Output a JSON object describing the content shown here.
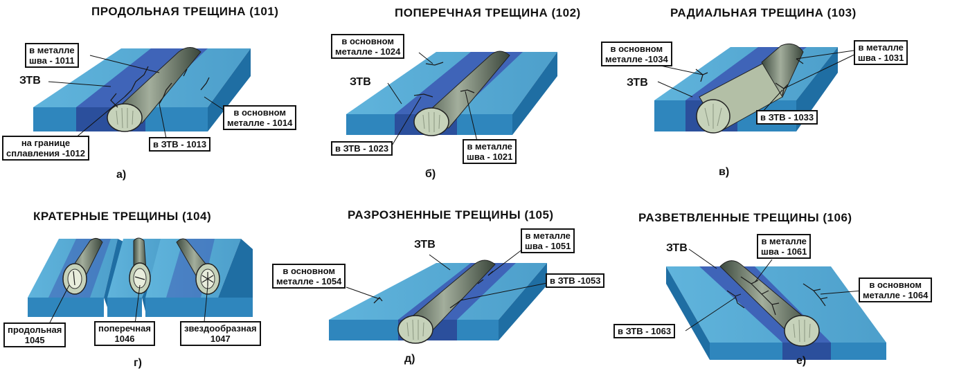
{
  "panels": [
    {
      "title": "ПРОДОЛЬНАЯ ТРЕЩИНА (101)",
      "letter": "а)",
      "zone_label": "ЗТВ",
      "callouts": [
        "в металле\nшва - 1011",
        "на границе\nсплавления -1012",
        "в ЗТВ - 1013",
        "в основном\nметалле - 1014"
      ]
    },
    {
      "title": "ПОПЕРЕЧНАЯ ТРЕЩИНА (102)",
      "letter": "б)",
      "zone_label": "ЗТВ",
      "callouts": [
        "в основном\nметалле - 1024",
        "в ЗТВ - 1023",
        "в металле\nшва - 1021"
      ]
    },
    {
      "title": "РАДИАЛЬНАЯ ТРЕЩИНА (103)",
      "letter": "в)",
      "zone_label": "ЗТВ",
      "callouts": [
        "в основном\nметалле -1034",
        "в металле\nшва - 1031",
        "в ЗТВ - 1033"
      ]
    },
    {
      "title": "КРАТЕРНЫЕ ТРЕЩИНЫ (104)",
      "letter": "г)",
      "callouts": [
        "продольная\n1045",
        "поперечная\n1046",
        "звездообразная\n1047"
      ]
    },
    {
      "title": "РАЗРОЗНЕННЫЕ ТРЕЩИНЫ (105)",
      "letter": "д)",
      "zone_label": "ЗТВ",
      "callouts": [
        "в металле\nшва - 1051",
        "в основном\nметалле - 1054",
        "в ЗТВ -1053"
      ]
    },
    {
      "title": "РАЗВЕТВЛЕННЫЕ ТРЕЩИНЫ (106)",
      "letter": "е)",
      "zone_label": "ЗТВ",
      "callouts": [
        "в металле\nшва - 1061",
        "в основном\nметалле - 1064",
        "в ЗТВ - 1063"
      ]
    }
  ],
  "colors": {
    "plate_top": "#5aaed6",
    "plate_side": "#2f86bd",
    "haz": "#3f64b8",
    "haz_side": "#2b4f9c",
    "weld": "#6f7e6c",
    "weld_face": "#c6d2ba",
    "crack": "#1a1a1a"
  }
}
